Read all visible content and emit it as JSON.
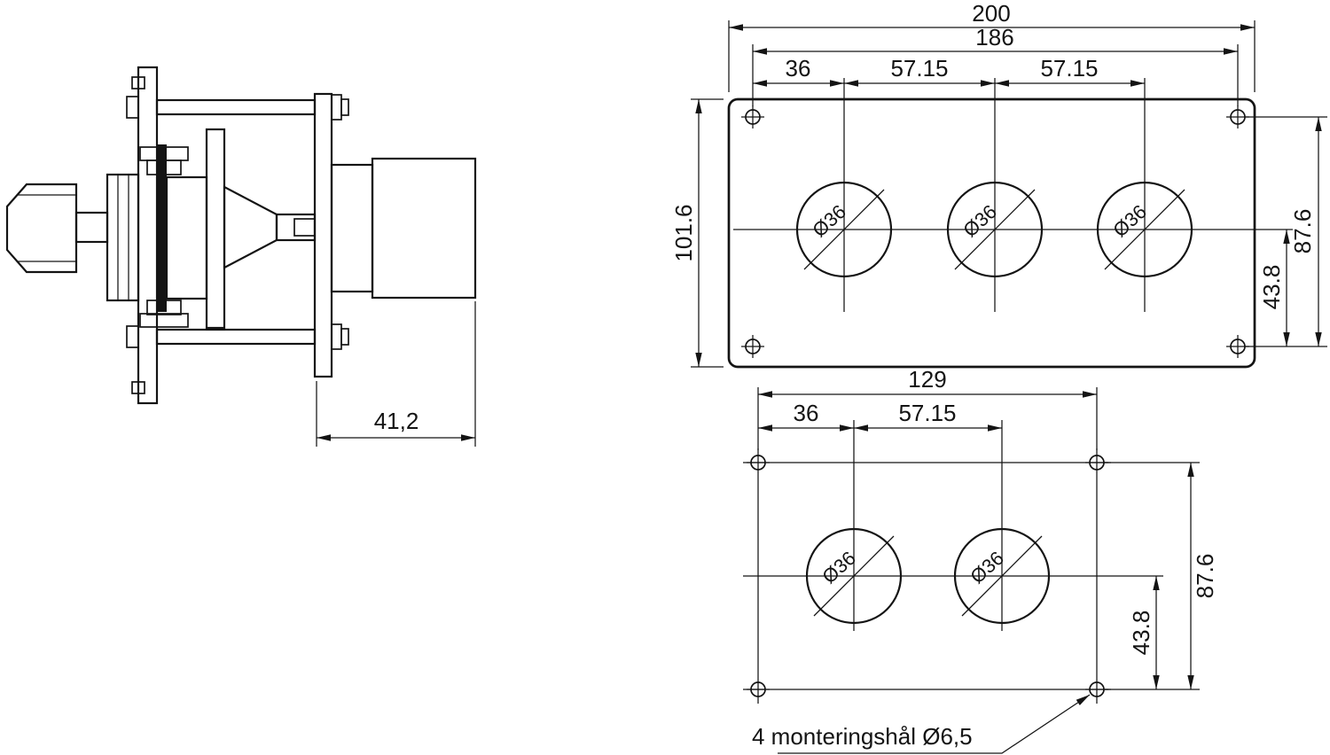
{
  "drawing": {
    "side_view": {
      "depth_dim": "41,2"
    },
    "panel_3": {
      "dim_total_width": "200",
      "dim_hole_span": "186",
      "dim_edge_to_hole": "36",
      "dim_pitch_1": "57.15",
      "dim_pitch_2": "57.15",
      "dim_height": "101.6",
      "dim_row_span": "87.6",
      "dim_center_to_row": "43.8",
      "hole_labels": [
        "Ø36",
        "Ø36",
        "Ø36"
      ]
    },
    "panel_2": {
      "dim_hole_span": "129",
      "dim_edge_to_hole": "36",
      "dim_pitch": "57.15",
      "dim_row_span": "87.6",
      "dim_center_to_row": "43.8",
      "hole_labels": [
        "Ø36",
        "Ø36"
      ],
      "note": "4 monteringshål Ø6,5"
    }
  },
  "colors": {
    "line": "#141414",
    "background": "#ffffff"
  }
}
